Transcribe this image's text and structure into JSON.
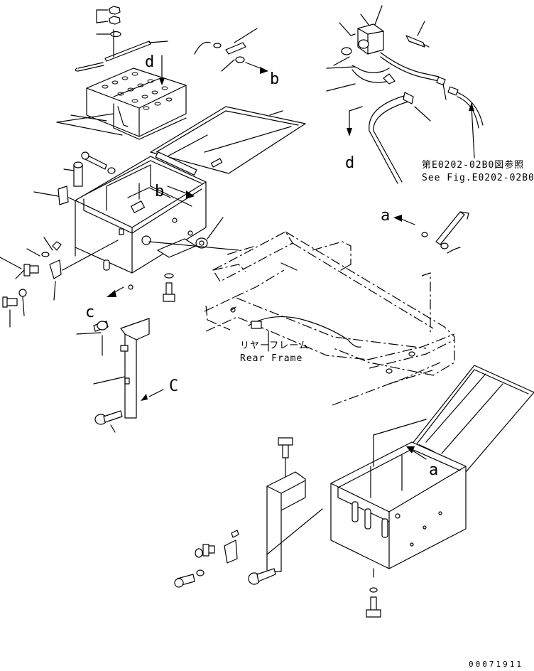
{
  "view_letters": {
    "d_top": "d",
    "b_top": "b",
    "d_right": "d",
    "b_mid": "b",
    "a_right": "a",
    "c_left": "c",
    "c_arrow": "C",
    "a_bottom": "a"
  },
  "reference_note": {
    "line_jp": "第E0202-02B0図参照",
    "line_en": "See Fig.E0202-02B0"
  },
  "frame_label": {
    "line_jp": "リヤーフレーム",
    "line_en": "Rear Frame"
  },
  "drawing_number": "00071911"
}
